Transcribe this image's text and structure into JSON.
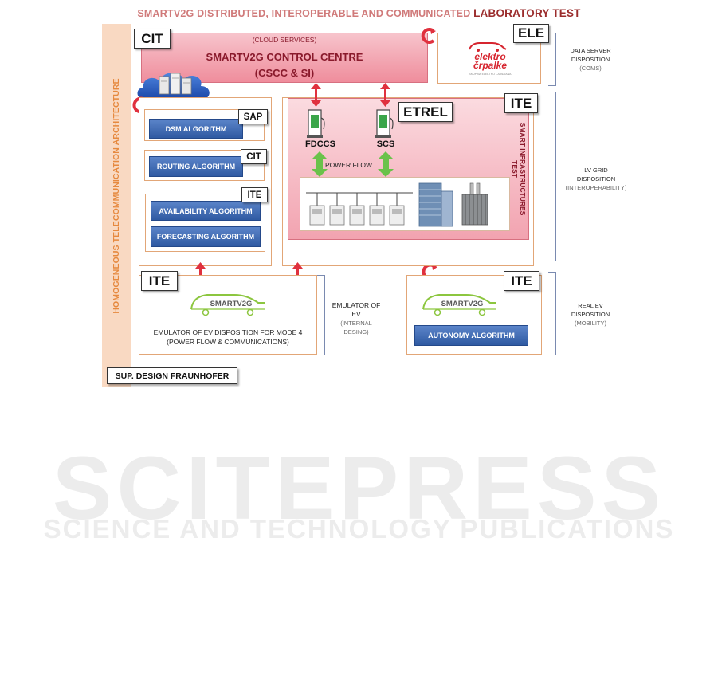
{
  "title": {
    "part1": "SMARTV2G DISTRIBUTED, INTEROPERABLE AND COMMUNICATED",
    "part2": "LABORATORY TEST"
  },
  "left_vertical_label": "HOMOGENEOUS TELECOMMUNICATION ARCHITECTURE",
  "control_centre": {
    "tag": "CIT",
    "subtitle": "(CLOUD SERVICES)",
    "line1": "SMARTV2G CONTROL CENTRE",
    "line2": "(CSCC & SI)"
  },
  "ele": {
    "tag": "ELE",
    "logo_line1": "elektro",
    "logo_line2": "črpalke",
    "logo_small": "SKUPINA ELEKTRO LJUBLJANA"
  },
  "algorithms": {
    "dsm": {
      "tag": "SAP",
      "label": "DSM ALGORITHM"
    },
    "routing": {
      "tag": "CIT",
      "label": "ROUTING ALGORITHM"
    },
    "ite_group": {
      "tag": "ITE",
      "availability": "AVAILABILITY ALGORITHM",
      "forecasting": "FORECASTING ALGORITHM"
    }
  },
  "infrastructure": {
    "outer_tag": "ITE",
    "etrel_tag": "ETREL",
    "fdccs": "FDCCS",
    "scs": "SCS",
    "power_flow": "POWER FLOW",
    "vertical_line1": "SMART INFRASTRUCTURES",
    "vertical_line2": "TEST"
  },
  "emulator": {
    "tag": "ITE",
    "logo": "SMARTV2G",
    "line1": "EMULATOR OF EV DISPOSITION FOR MODE 4",
    "line2": "(POWER FLOW & COMMUNICATIONS)",
    "side_line1": "EMULATOR OF",
    "side_line2": "EV",
    "side_line3": "(INTERNAL DESING)"
  },
  "real_ev": {
    "tag": "ITE",
    "logo": "SMARTV2G",
    "algorithm": "AUTONOMY ALGORITHM"
  },
  "right_labels": {
    "data_server": {
      "line1": "DATA SERVER",
      "line2": "DISPOSITION",
      "line3": "(COMS)"
    },
    "lv_grid": {
      "line1": "LV GRID",
      "line2": "DISPOSITION",
      "line3": "(INTEROPERABILITY)"
    },
    "real_ev": {
      "line1": "REAL EV",
      "line2": "DISPOSITION",
      "line3": "(MOBILITY)"
    }
  },
  "footer_tag": "SUP. DESIGN FRAUNHOFER",
  "watermark": {
    "line1": "SCITEPRESS",
    "line2": "SCIENCE AND TECHNOLOGY PUBLICATIONS"
  },
  "colors": {
    "pink": "#ef8d9c",
    "dark_red": "#8a1a2c",
    "orange": "#e6893f",
    "blue": "#2f5aa2",
    "arrow_red": "#e0313e",
    "arrow_green": "#6ac24a",
    "logo_green": "#8cc63f"
  }
}
